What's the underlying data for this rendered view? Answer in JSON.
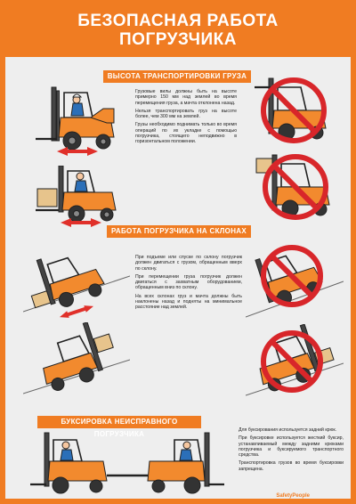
{
  "title": {
    "line1": "БЕЗОПАСНАЯ РАБОТА",
    "line2": "ПОГРУЗЧИКА"
  },
  "sections": [
    {
      "heading": "ВЫСОТА ТРАНСПОРТИРОВКИ ГРУЗА",
      "paragraphs": [
        "Грузовые вилы должны быть на высоте примерно 150 мм над землей во время перемещения груза, а мачта отклонена назад.",
        "Нельзя транспортировать груз на высоте более, чем 300 мм на землей.",
        "Грузы необходимо поднимать только во время операций по их укладке с помощью погрузчика, стоящего неподвижно в горизонтальном положении."
      ]
    },
    {
      "heading": "РАБОТА ПОГРУЗЧИКА НА СКЛОНАХ",
      "paragraphs": [
        "При подъеме или спуске по склону погрузчик должен двигаться с грузом, обращенным вверх по склону.",
        "При перемещении груза погрузчик должен двигаться с захватным оборудованием, обращенным вниз по склону.",
        "На всех склонах груз и мачта должны быть наклонены назад и подняты на минимальное расстояние над землей."
      ]
    },
    {
      "heading": "БУКСИРОВКА НЕИСПРАВНОГО ПОГРУЗЧИКА",
      "paragraphs": [
        "Для буксирования используется задний крюк.",
        "При буксировке используется жесткий буксир, устанавливаемый между задними крюками погрузчика и буксируемого транспортного средства.",
        "Транспортировка грузов во время буксировки запрещена."
      ]
    }
  ],
  "footer": {
    "brand": "SafetyPeople"
  },
  "colors": {
    "accent": "#f07c22",
    "forklift_body": "#f28a2e",
    "prohibit": "#d8262a",
    "arrow": "#e0302a"
  }
}
